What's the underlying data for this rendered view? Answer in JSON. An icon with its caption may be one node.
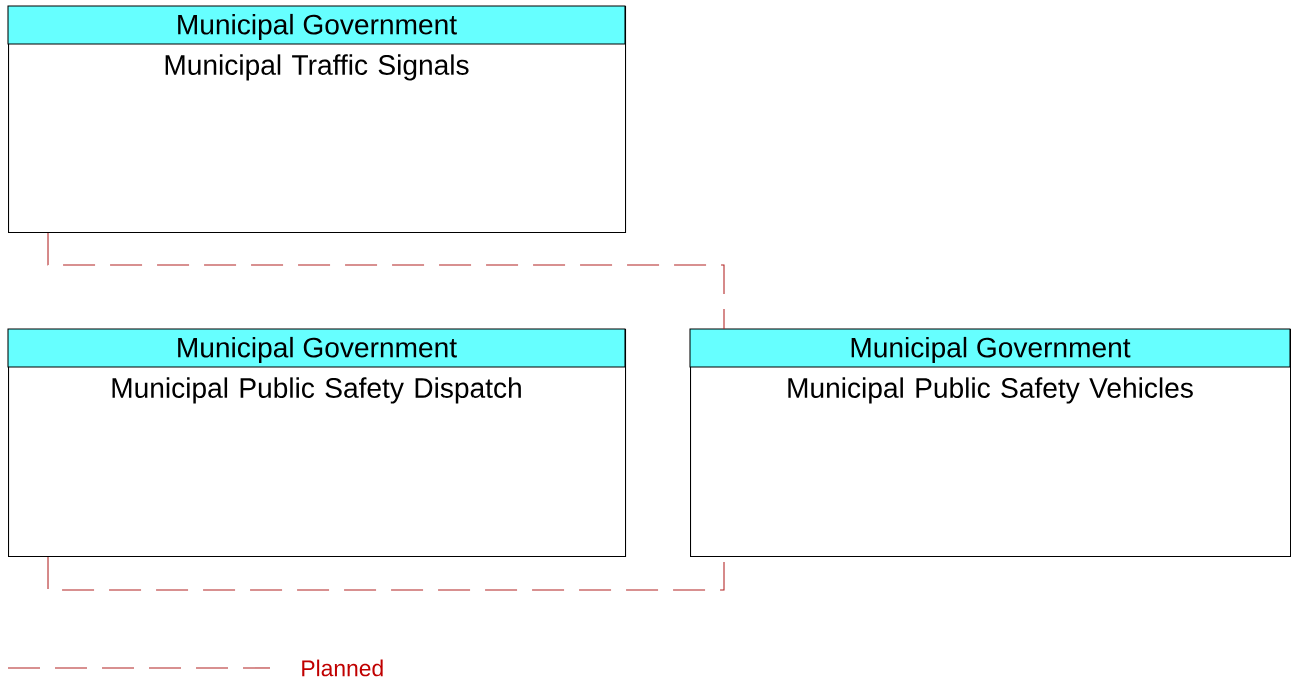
{
  "diagram": {
    "nodes": [
      {
        "text": [
          "Municipal Government",
          "Municipal Traffic Signals"
        ]
      },
      {
        "text": [
          "Municipal Government",
          "Municipal Public Safety Dispatch"
        ]
      },
      {
        "text": [
          "Municipal Government",
          "Municipal Public Safety Vehicles"
        ]
      }
    ],
    "edges": [
      {
        "from": 0,
        "to": 2,
        "arrow": "none",
        "style": "dashed"
      },
      {
        "from": 1,
        "to": 2,
        "arrow": "none",
        "style": "dashed"
      }
    ],
    "legend": [
      {
        "text": "Planned"
      }
    ]
  }
}
